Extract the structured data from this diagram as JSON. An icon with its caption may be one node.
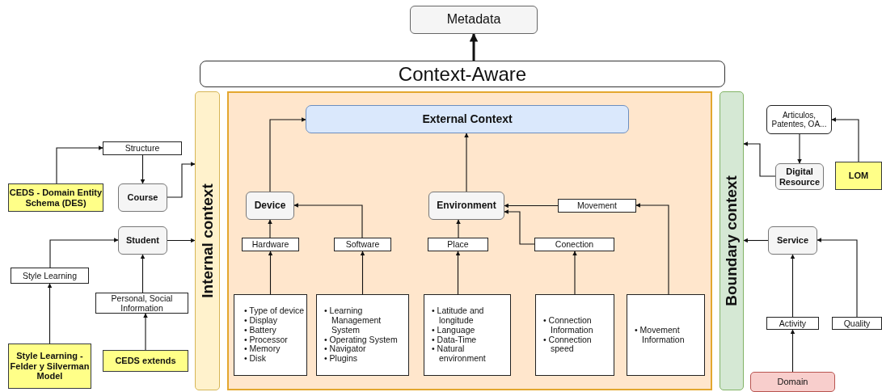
{
  "diagram": {
    "nodes": [
      {
        "text": [
          "Metadata"
        ]
      },
      {
        "text": [
          "Context-Aware"
        ]
      },
      {
        "text": [
          "Internal context"
        ]
      },
      {
        "text": [],
        "shape": "box"
      },
      {
        "text": [
          "External Context"
        ],
        "in": 3
      },
      {
        "text": [
          "Device"
        ],
        "in": 3
      },
      {
        "text": [
          "Hardware"
        ],
        "in": 3
      },
      {
        "text": [
          "Software"
        ],
        "in": 3
      },
      {
        "text": [
          "• Type of device",
          "• Display",
          "• Battery",
          "• Processor",
          "• Memory",
          "• Disk"
        ],
        "in": 3
      },
      {
        "text": [
          "• Learning Management System",
          "• Operating System",
          "• Navigator",
          "• Plugins"
        ],
        "in": 3
      },
      {
        "text": [
          "Environment"
        ],
        "in": 3
      },
      {
        "text": [
          "Movement"
        ],
        "in": 3
      },
      {
        "text": [
          "Place"
        ],
        "in": 3
      },
      {
        "text": [
          "Conection"
        ],
        "in": 3
      },
      {
        "text": [
          "• Latitude and longitude",
          "• Language",
          "• Data-Time",
          "• Natural environment"
        ],
        "in": 3
      },
      {
        "text": [
          "• Connection Information",
          "• Connection speed"
        ],
        "in": 3
      },
      {
        "text": [
          "• Movement Information"
        ],
        "in": 3
      },
      {
        "text": [
          "Boundary context"
        ]
      },
      {
        "text": [
          "Articulos, Patentes, OA..."
        ]
      },
      {
        "text": [
          "LOM"
        ]
      },
      {
        "text": [
          "Digital Resource"
        ]
      },
      {
        "text": [
          "Service"
        ]
      },
      {
        "text": [
          "Activity"
        ]
      },
      {
        "text": [
          "Quality"
        ]
      },
      {
        "text": [
          "Domain"
        ]
      },
      {
        "text": [
          "Structure"
        ]
      },
      {
        "text": [
          "CEDS - Domain Entity Schema (DES)"
        ]
      },
      {
        "text": [
          "Course"
        ]
      },
      {
        "text": [
          "Student"
        ]
      },
      {
        "text": [
          "Style Learning"
        ]
      },
      {
        "text": [
          "Personal, Social Information"
        ]
      },
      {
        "text": [
          "Style Learning - Felder y Silverman Model"
        ]
      },
      {
        "text": [
          "CEDS extends"
        ]
      }
    ],
    "edges": [
      {
        "from": 1,
        "to": 0,
        "arrow": "to",
        "style": "thick"
      },
      {
        "from": 26,
        "to": 25,
        "arrow": "to"
      },
      {
        "from": 25,
        "to": 27,
        "arrow": "to"
      },
      {
        "from": 27,
        "to": 2,
        "arrow": "to"
      },
      {
        "from": 28,
        "to": 2,
        "arrow": "to"
      },
      {
        "from": 29,
        "to": 28,
        "arrow": "to"
      },
      {
        "from": 30,
        "to": 28,
        "arrow": "to"
      },
      {
        "from": 31,
        "to": 29,
        "arrow": "to"
      },
      {
        "from": 32,
        "to": 30,
        "arrow": "to"
      },
      {
        "from": 5,
        "to": 4,
        "arrow": "to"
      },
      {
        "from": 6,
        "to": 5,
        "arrow": "to"
      },
      {
        "from": 7,
        "to": 5,
        "arrow": "to"
      },
      {
        "from": 8,
        "to": 6,
        "arrow": "to"
      },
      {
        "from": 9,
        "to": 7,
        "arrow": "to"
      },
      {
        "from": 10,
        "to": 4,
        "arrow": "to"
      },
      {
        "from": 12,
        "to": 10,
        "arrow": "to"
      },
      {
        "from": 11,
        "to": 10,
        "arrow": "to"
      },
      {
        "from": 13,
        "to": 10,
        "arrow": "to"
      },
      {
        "from": 14,
        "to": 12,
        "arrow": "to"
      },
      {
        "from": 15,
        "to": 13,
        "arrow": "to"
      },
      {
        "from": 16,
        "to": 11,
        "arrow": "to"
      },
      {
        "from": 18,
        "to": 20,
        "arrow": "to"
      },
      {
        "from": 19,
        "to": 18,
        "arrow": "to"
      },
      {
        "from": 20,
        "to": 17,
        "arrow": "to"
      },
      {
        "from": 21,
        "to": 17,
        "arrow": "to"
      },
      {
        "from": 22,
        "to": 21,
        "arrow": "to"
      },
      {
        "from": 23,
        "to": 21,
        "arrow": "to"
      },
      {
        "from": 24,
        "to": 22,
        "arrow": "to"
      }
    ]
  }
}
